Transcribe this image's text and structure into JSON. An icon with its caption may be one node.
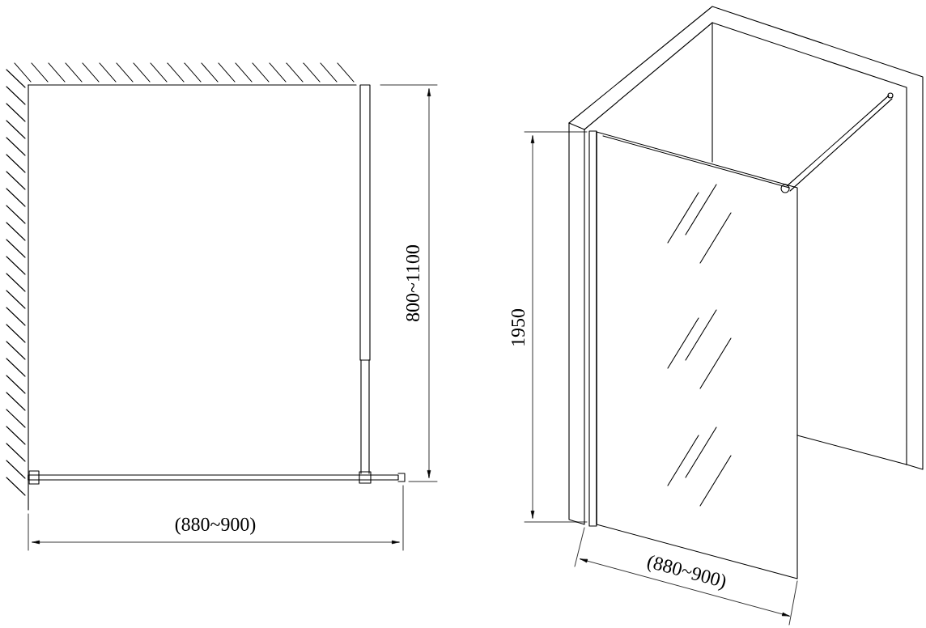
{
  "diagram": {
    "labels": [
      "800~1100",
      "(880~900)",
      "1950",
      "(880~900)"
    ]
  }
}
